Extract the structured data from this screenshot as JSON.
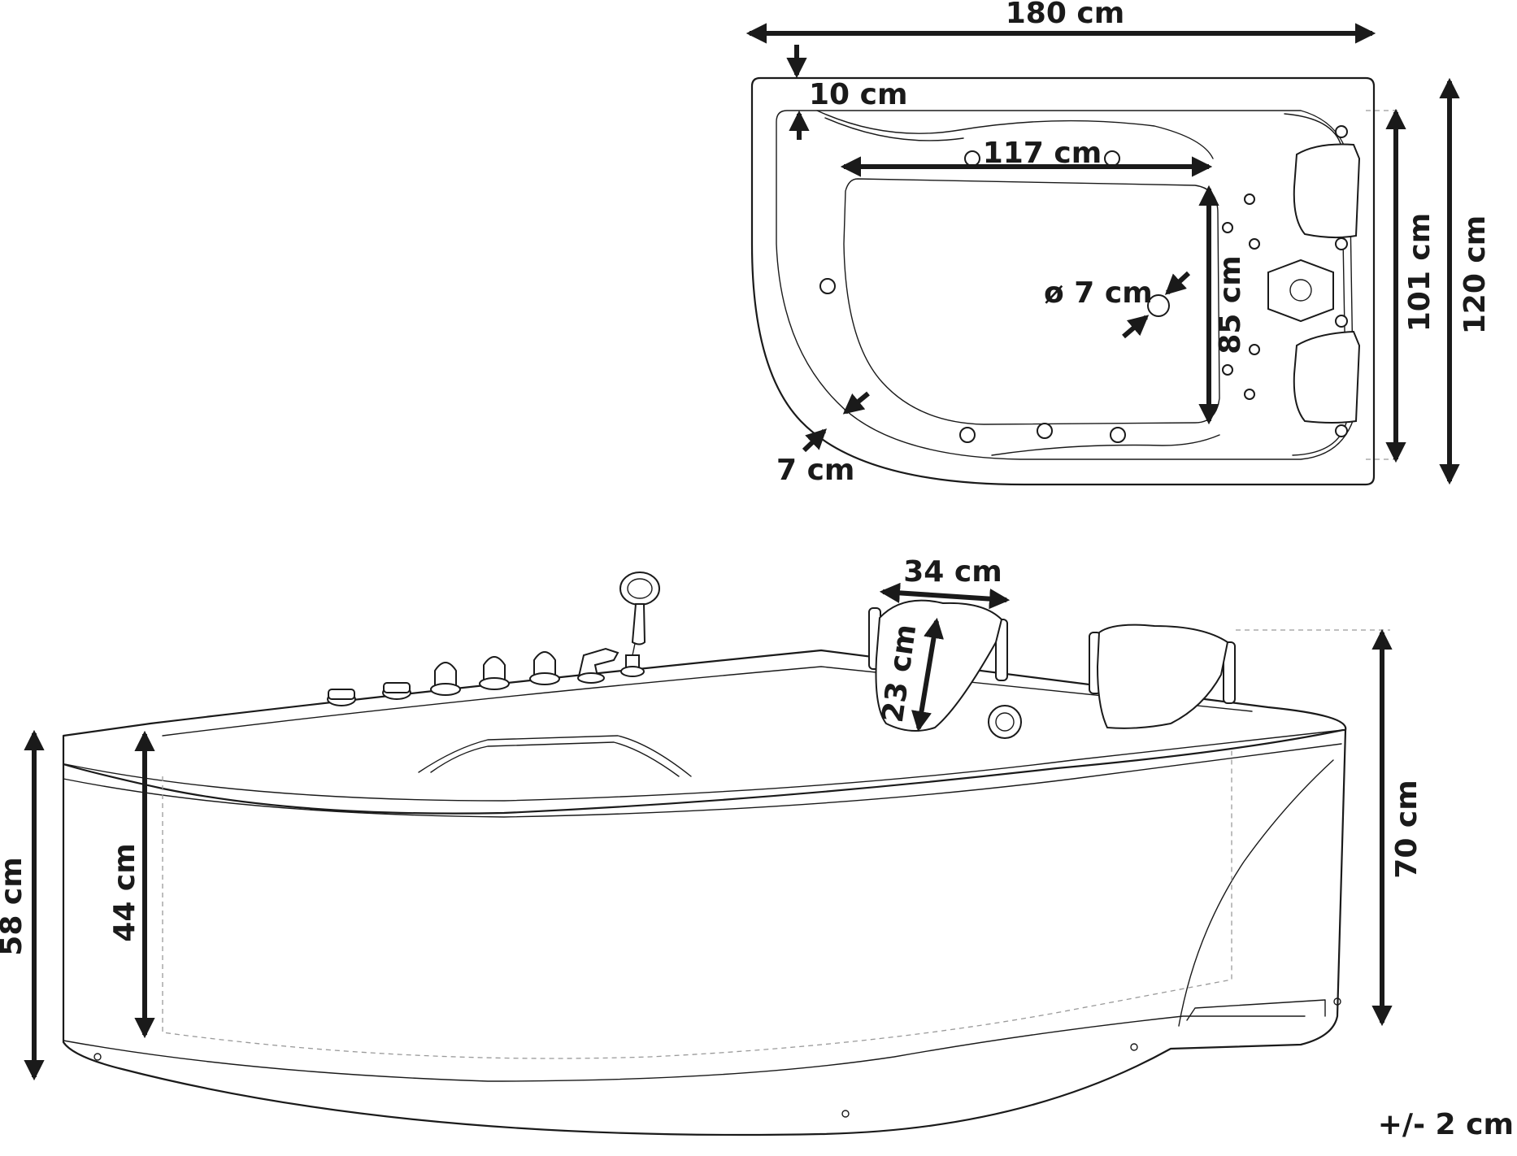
{
  "dimensions": {
    "top_length": "180 cm",
    "rim_width": "10 cm",
    "inner_length": "117 cm",
    "inner_width": "85 cm",
    "drain_diameter": "ø 7 cm",
    "corner_rim": "7 cm",
    "inner_depth_top": "101 cm",
    "total_width": "120 cm",
    "headrest_width": "34 cm",
    "headrest_height": "23 cm",
    "total_height": "70 cm",
    "front_height": "58 cm",
    "inner_depth": "44 cm",
    "tolerance": "+/- 2 cm"
  },
  "colors": {
    "line": "#1a1a1a",
    "hidden_line": "#9a9a9a",
    "background": "#ffffff"
  }
}
